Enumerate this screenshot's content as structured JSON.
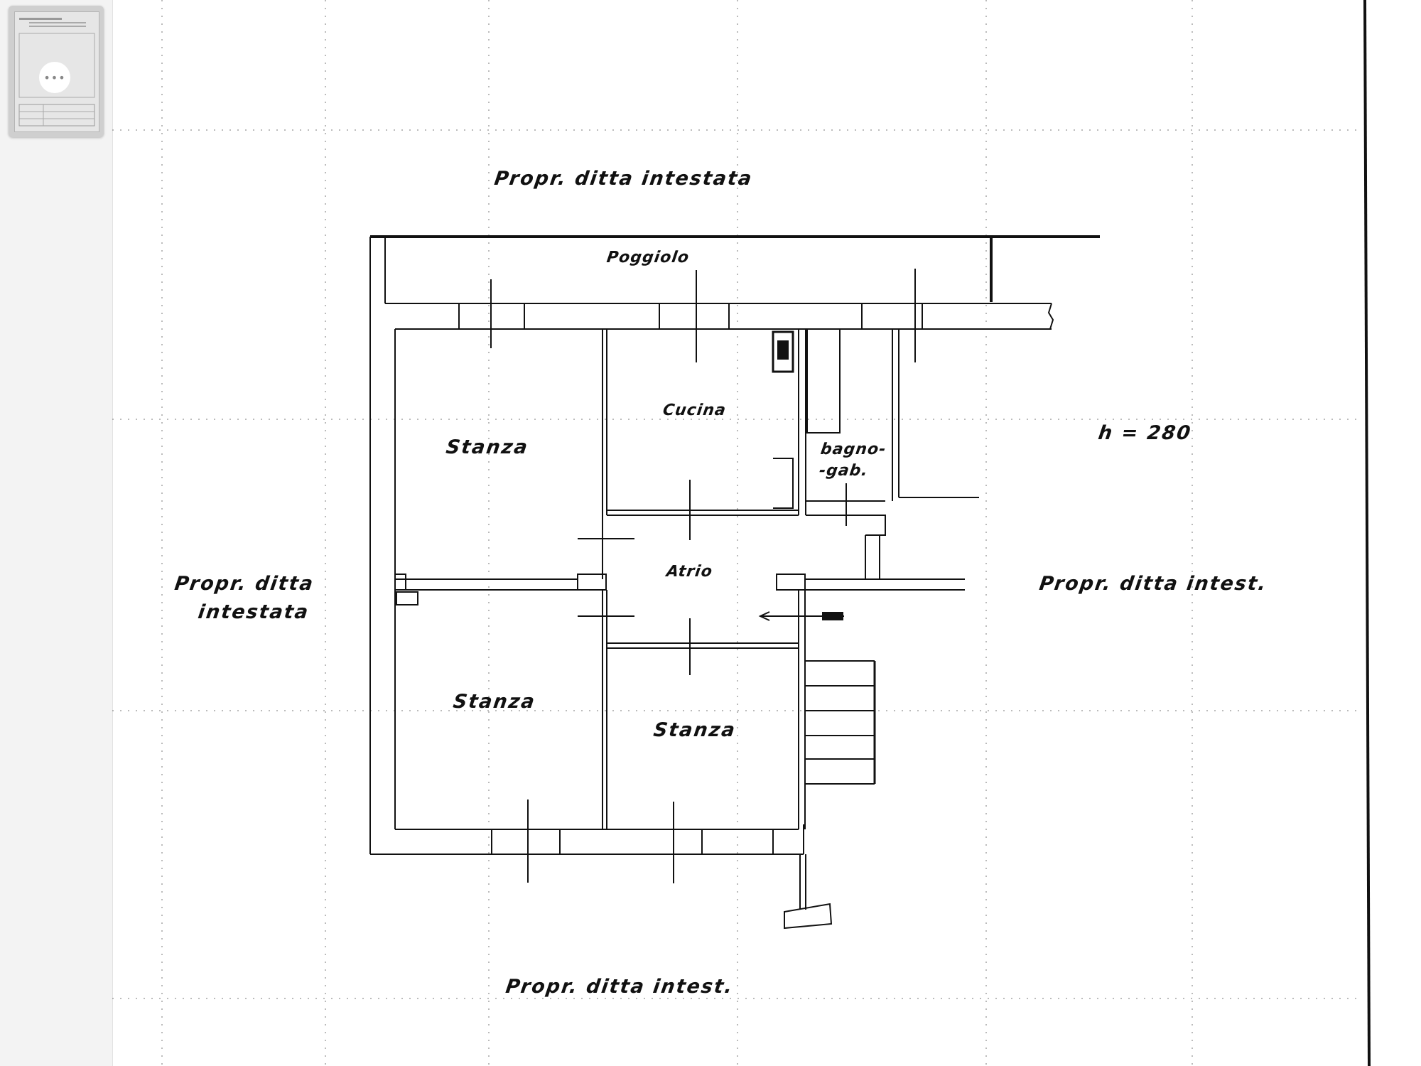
{
  "viewer": {
    "thumbnail_more_label": "•••"
  },
  "plan": {
    "top_label": "Propr. ditta intestata",
    "balcony": "Poggiolo",
    "kitchen": "Cucina",
    "bathroom_line1": "bagno-",
    "bathroom_line2": "-gab.",
    "height_note": "h = 280",
    "room_top_left": "Stanza",
    "room_bottom_left": "Stanza",
    "room_bottom_right": "Stanza",
    "atrium": "Atrio",
    "left_label_line1": "Propr. ditta",
    "left_label_line2": "intestata",
    "right_label": "Propr. ditta intest.",
    "bottom_label": "Propr. ditta intest."
  },
  "colors": {
    "ink": "#111111",
    "paper": "#ffffff",
    "sidebar": "#f3f3f3"
  }
}
